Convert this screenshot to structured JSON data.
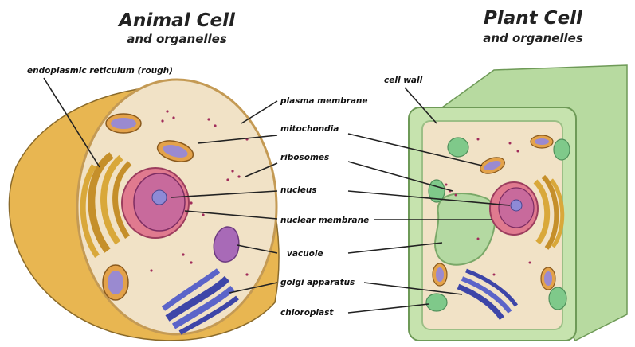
{
  "animal": {
    "title": "Animal Cell",
    "subtitle": "and organelles",
    "label_er": "endoplasmic reticulum (rough)"
  },
  "plant": {
    "title": "Plant Cell",
    "subtitle": "and organelles",
    "label_cell_wall": "cell wall"
  },
  "labels": [
    "plasma membrane",
    "mitochondia",
    "ribosomes",
    "nucleus",
    "nuclear membrane",
    "vacuole",
    "golgi apparatus",
    "chloroplast"
  ],
  "colors": {
    "cytoplasm": "#f1e2c6",
    "cell_outer": "#e8b651",
    "cell_wall": "#c6e3ae",
    "nucleus": "#c86a9c",
    "er": "#d9a83a",
    "golgi": "#5b64c9",
    "chloroplast": "#7fc98a",
    "vacuole_animal": "#a86ab7",
    "vacuole_plant": "#b4d9a2"
  }
}
